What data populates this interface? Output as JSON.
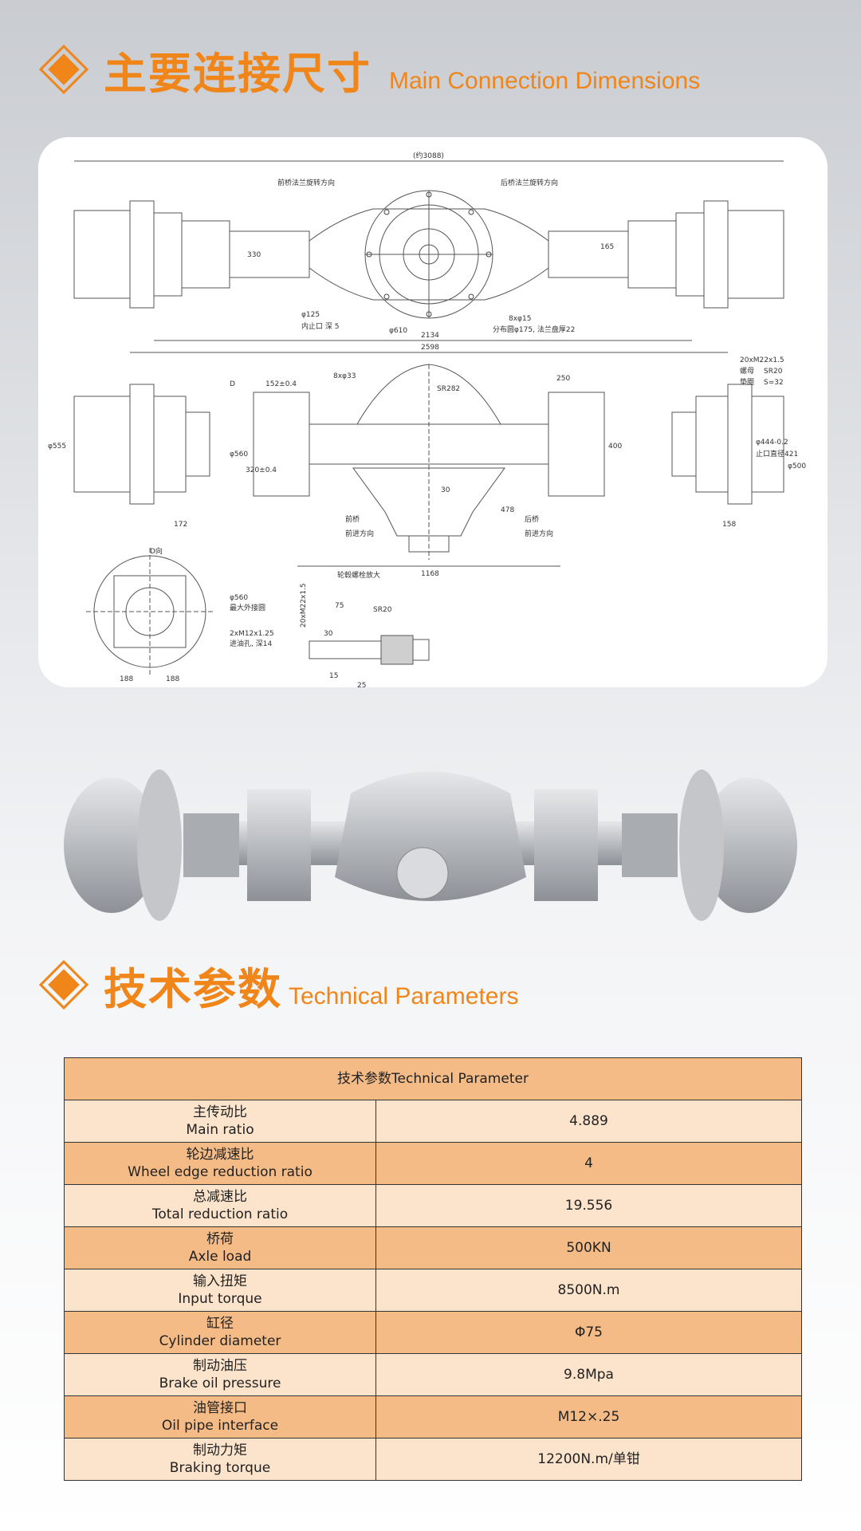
{
  "section1": {
    "title_zh": "主要连接尺寸",
    "title_en": "Main Connection Dimensions"
  },
  "section2": {
    "title_zh": "技术参数",
    "title_en": "Technical Parameters"
  },
  "drawing": {
    "overall_width": "(约3088)",
    "front_rot": "前桥法兰旋转方向",
    "rear_rot": "后桥法兰旋转方向",
    "dim_330": "330",
    "dim_165": "165",
    "phi125": "φ125",
    "phi610": "φ610",
    "bolts_8x15": "8xφ15",
    "pcd": "分布圆φ175, 法兰盘厚22",
    "stop_depth": "内止口 深 5",
    "dim_2134": "2134",
    "dim_2598": "2598",
    "thread_m22": "20xM22x1.5",
    "nut_label": "螺母",
    "washer_label": "垫圈",
    "sr20": "SR20",
    "s32": "S=32",
    "dim_152": "152±0.4",
    "bolts_8x33": "8xφ33",
    "d_label": "D",
    "dim_250": "250",
    "phi555": "φ555",
    "phi560": "φ560",
    "dim_320": "320±0.4",
    "sr282": "SR282",
    "dim_400": "400",
    "phi444": "φ444-0.2",
    "phi421": "止口直径421",
    "phi500": "φ500",
    "dim_172": "172",
    "dim_30": "30",
    "dim_478": "478",
    "front_axle": "前桥",
    "forward_dir": "前进方向",
    "rear_axle": "后桥",
    "forward_dir2": "前进方向",
    "dim_158": "158",
    "dim_1168": "1168",
    "d_view": "D向",
    "phi560_b": "φ560",
    "max_bc": "最大外接圆",
    "m12": "2xM12x1.25",
    "oil_hole": "进油孔, 深14",
    "dim_188a": "188",
    "dim_188b": "188",
    "enlarge": "轮毂螺栓放大",
    "m22_v": "20xM22x1.5",
    "dim_75": "75",
    "sr20_b": "SR20",
    "dim_30b": "30",
    "dim_15": "15",
    "dim_25": "25"
  },
  "table": {
    "header": "技术参数Technical Parameter",
    "rows": [
      {
        "zh": "主传动比",
        "en": "Main ratio",
        "value": "4.889"
      },
      {
        "zh": "轮边减速比",
        "en": "Wheel edge reduction ratio",
        "value": "4"
      },
      {
        "zh": "总减速比",
        "en": "Total reduction ratio",
        "value": "19.556"
      },
      {
        "zh": "桥荷",
        "en": "Axle load",
        "value": "500KN"
      },
      {
        "zh": "输入扭矩",
        "en": "Input torque",
        "value": "8500N.m"
      },
      {
        "zh": "缸径",
        "en": "Cylinder diameter",
        "value": "Φ75"
      },
      {
        "zh": "制动油压",
        "en": "Brake oil pressure",
        "value": "9.8Mpa"
      },
      {
        "zh": "油管接口",
        "en": "Oil pipe interface",
        "value": "M12×.25"
      },
      {
        "zh": "制动力矩",
        "en": "Braking torque",
        "value": "12200N.m/单钳"
      }
    ]
  },
  "colors": {
    "accent": "#f08519",
    "row_dark": "#f4bb86",
    "row_light": "#fce3cb"
  }
}
